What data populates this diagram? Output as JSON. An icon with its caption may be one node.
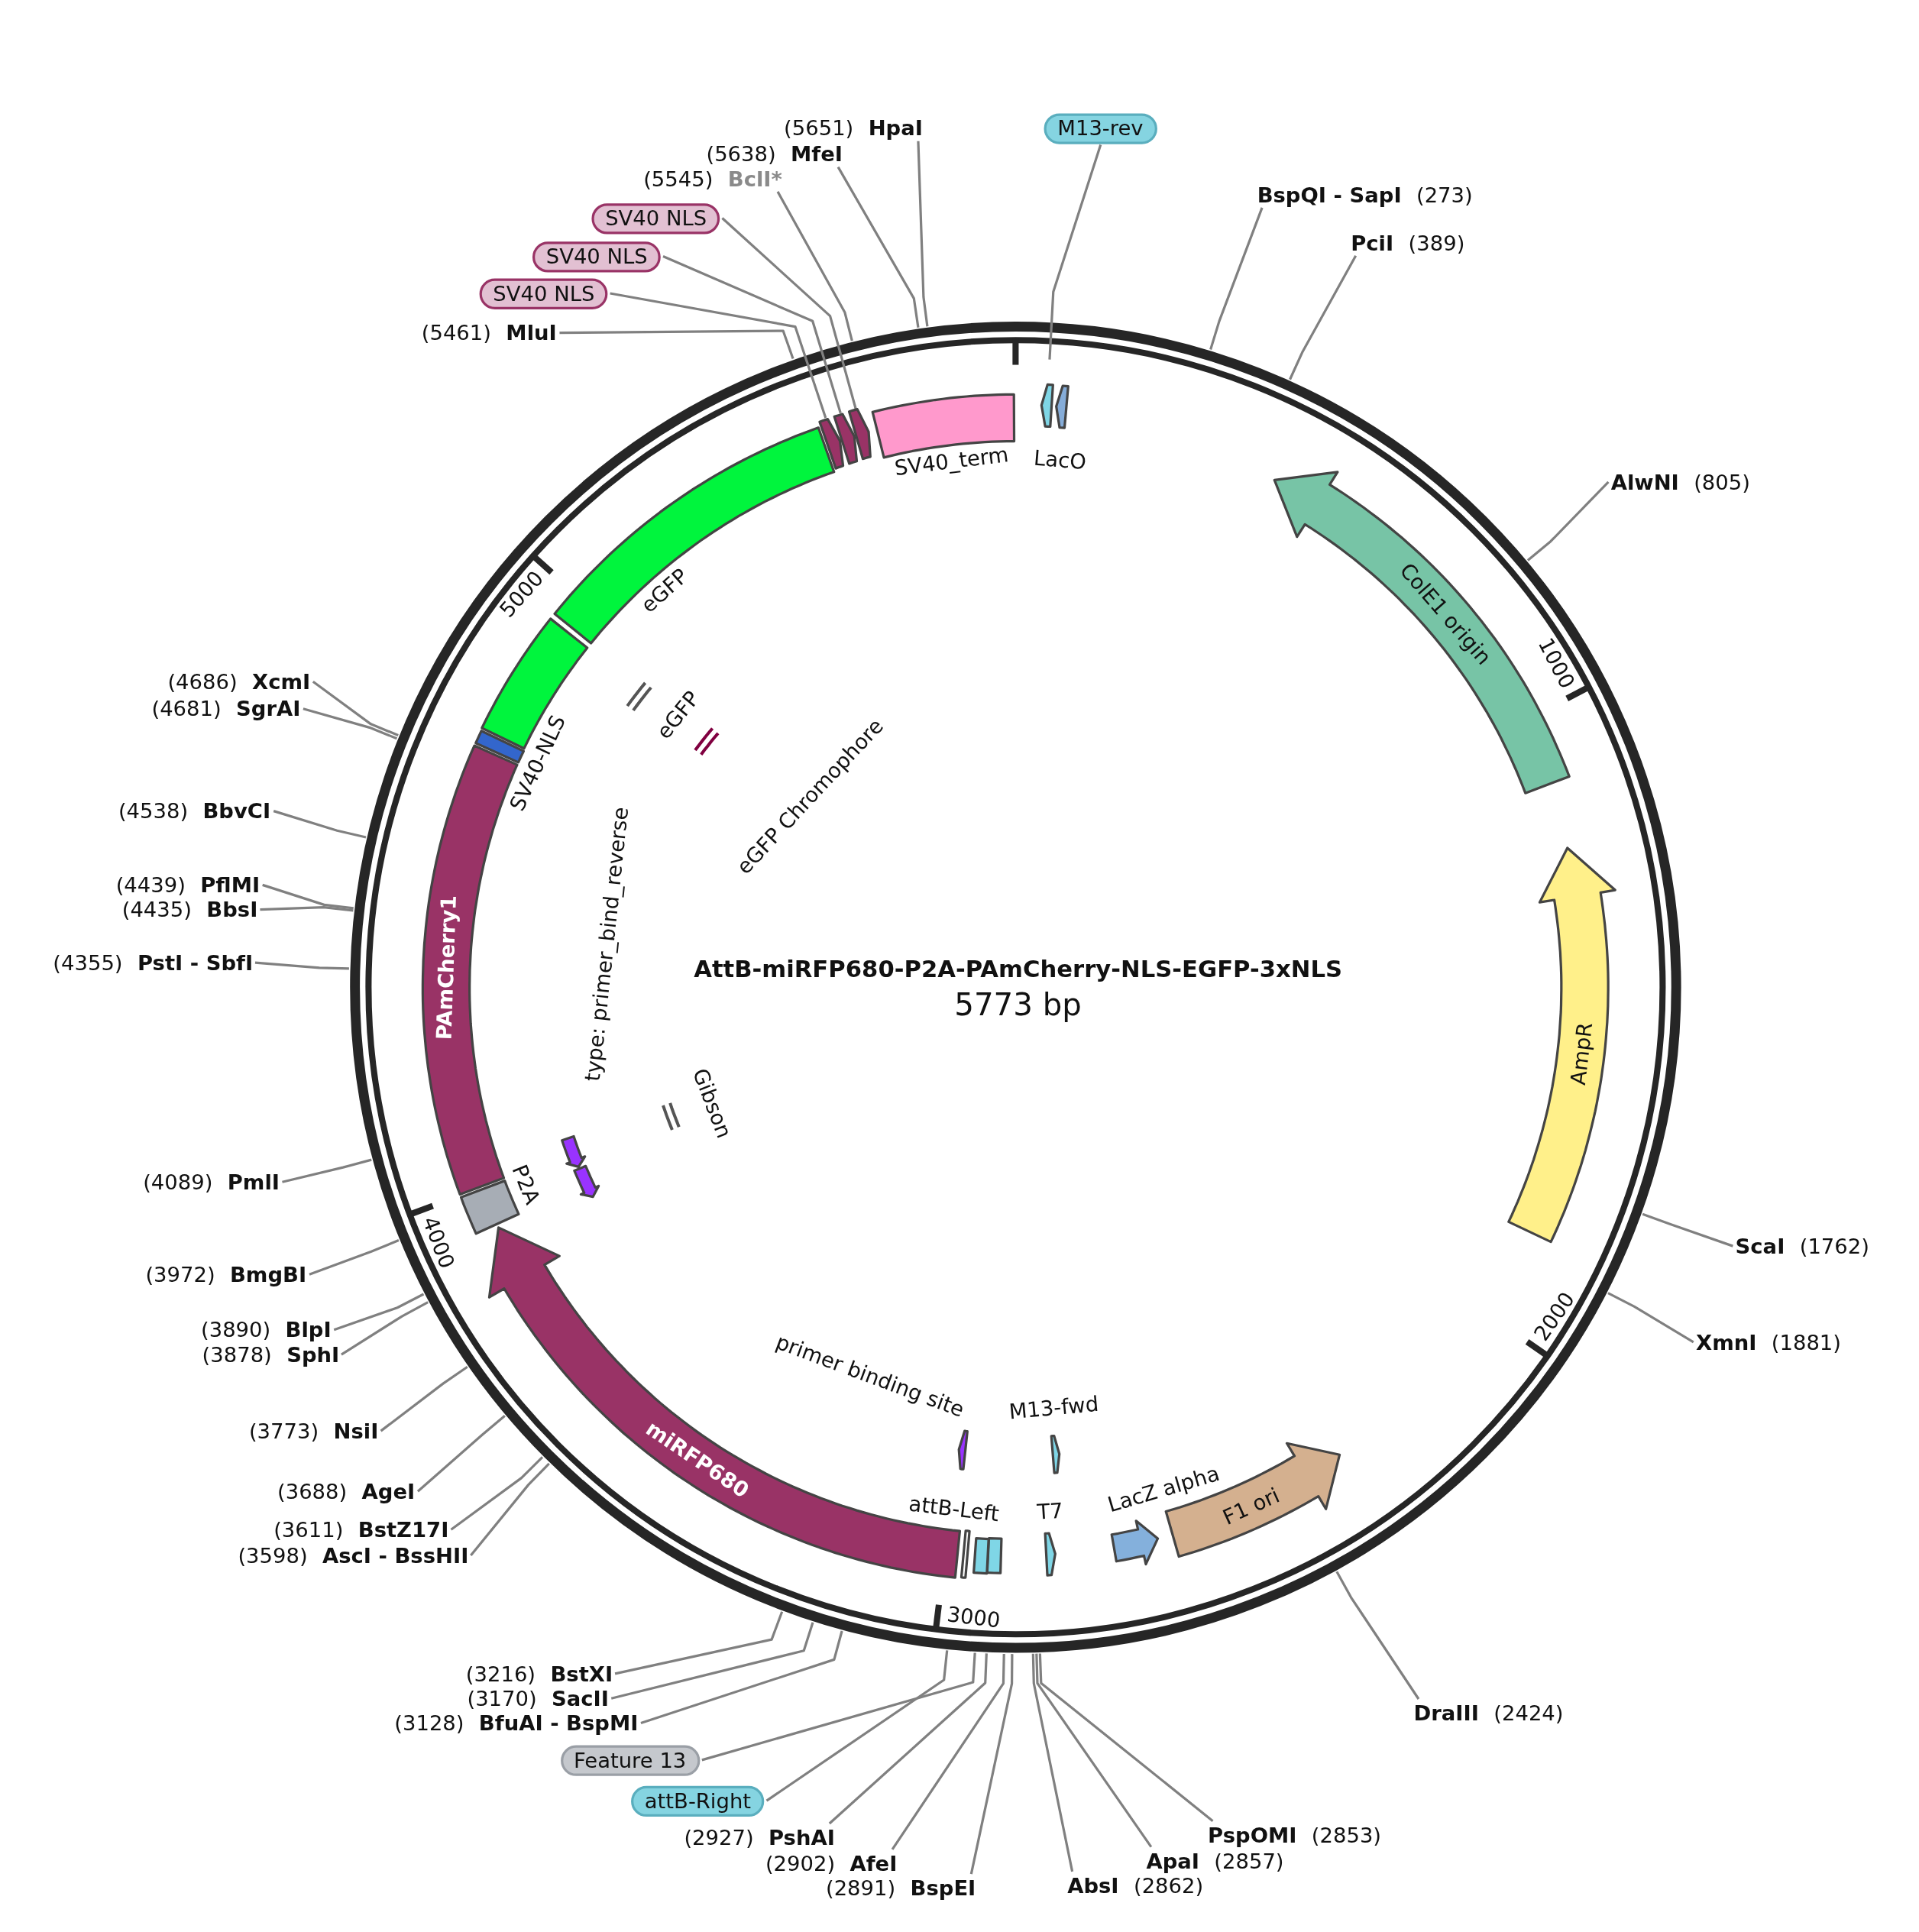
{
  "diagram": {
    "title": "AttB-miRFP680-P2A-PAmCherry-NLS-EGFP-3xNLS",
    "nodes": [
      {
        "text": [
          "(5651)",
          "HpaI"
        ]
      },
      {
        "text": [
          "M13-rev"
        ]
      },
      {
        "text": [
          "(5638)",
          "MfeI"
        ]
      },
      {
        "text": [
          "(5545)",
          "BclI*"
        ]
      },
      {
        "text": [
          "BspQI - SapI",
          "(273)"
        ]
      },
      {
        "text": [
          "SV40 NLS"
        ]
      },
      {
        "text": [
          "PciI",
          "(389)"
        ]
      },
      {
        "text": [
          "SV40 NLS"
        ]
      },
      {
        "text": [
          "SV40 NLS"
        ]
      },
      {
        "text": [
          "(5461)",
          "MluI"
        ]
      },
      {
        "text": [
          "AlwNI",
          "(805)"
        ]
      },
      {
        "text": [
          "(4686)",
          "XcmI"
        ]
      },
      {
        "text": [
          "(4681)",
          "SgrAI"
        ]
      },
      {
        "text": [
          "(4538)",
          "BbvCI"
        ]
      },
      {
        "text": [
          "(4439)",
          "PflMI"
        ]
      },
      {
        "text": [
          "(4435)",
          "BbsI"
        ]
      },
      {
        "text": [
          "(4355)",
          "PstI - SbfI"
        ]
      },
      {
        "text": [
          "(4089)",
          "PmlI"
        ]
      },
      {
        "text": [
          "ScaI",
          "(1762)"
        ]
      },
      {
        "text": [
          "(3972)",
          "BmgBI"
        ]
      },
      {
        "text": [
          "(3890)",
          "BlpI"
        ]
      },
      {
        "text": [
          "XmnI",
          "(1881)"
        ]
      },
      {
        "text": [
          "(3878)",
          "SphI"
        ]
      },
      {
        "text": [
          "(3773)",
          "NsiI"
        ]
      },
      {
        "text": [
          "(3688)",
          "AgeI"
        ]
      },
      {
        "text": [
          "(3611)",
          "BstZ17I"
        ]
      },
      {
        "text": [
          "(3598)",
          "AscI - BssHII"
        ]
      },
      {
        "text": [
          "(3216)",
          "BstXI"
        ]
      },
      {
        "text": [
          "(3170)",
          "SacII"
        ]
      },
      {
        "text": [
          "DraIII",
          "(2424)"
        ]
      },
      {
        "text": [
          "(3128)",
          "BfuAI - BspMI"
        ]
      },
      {
        "text": [
          "Feature 13"
        ]
      },
      {
        "text": [
          "attB-Right"
        ]
      },
      {
        "text": [
          "(2927)",
          "PshAI"
        ]
      },
      {
        "text": [
          "PspOMI",
          "(2853)"
        ]
      },
      {
        "text": [
          "(2902)",
          "AfeI"
        ]
      },
      {
        "text": [
          "ApaI",
          "(2857)"
        ]
      },
      {
        "text": [
          "(2891)",
          "BspEI"
        ]
      },
      {
        "text": [
          "AbsI",
          "(2862)"
        ]
      },
      {
        "text": [],
        "shape": "arrow"
      },
      {
        "text": [],
        "shape": "arrow",
        "beside": [
          "LacO"
        ]
      },
      {
        "text": [
          "ColE1 origin"
        ]
      },
      {
        "text": [
          "AmpR"
        ]
      },
      {
        "text": [
          "F1 ori"
        ]
      },
      {
        "text": [],
        "shape": "arrow",
        "beside": [
          "LacZ alpha"
        ]
      },
      {
        "text": [],
        "shape": "arrow",
        "beside": [
          "T7"
        ]
      },
      {
        "text": [],
        "shape": "arrow",
        "beside": [
          "M13-fwd"
        ]
      },
      {
        "text": [],
        "shape": "box"
      },
      {
        "text": [],
        "shape": "box"
      },
      {
        "text": [],
        "shape": "bar"
      },
      {
        "text": [],
        "shape": "arrow"
      },
      {
        "text": [
          "miRFP680"
        ]
      },
      {
        "text": [],
        "shape": "box",
        "beside": [
          "P2A"
        ]
      },
      {
        "text": [],
        "shape": "arrow"
      },
      {
        "text": [],
        "shape": "arrow",
        "beside": [
          "type: primer_bind_reverse"
        ]
      },
      {
        "text": [],
        "shape": "line",
        "beside": [
          "Gibson"
        ]
      },
      {
        "text": [
          "PAmCherry1"
        ]
      },
      {
        "text": [],
        "shape": "box",
        "beside": [
          "SV40-NLS"
        ]
      },
      {
        "text": [],
        "shape": "box"
      },
      {
        "text": [],
        "shape": "line",
        "beside": [
          "eGFP"
        ]
      },
      {
        "text": [],
        "shape": "line",
        "beside": [
          "eGFP Chromophore"
        ]
      },
      {
        "text": [],
        "shape": "box",
        "beside": [
          "eGFP"
        ]
      },
      {
        "text": [],
        "shape": "arrow"
      },
      {
        "text": [],
        "shape": "arrow"
      },
      {
        "text": [],
        "shape": "arrow"
      },
      {
        "text": [],
        "shape": "box",
        "beside": [
          "SV40_term"
        ]
      }
    ],
    "edges": [
      {
        "from": 0,
        "to": null,
        "arrow": "none"
      },
      {
        "from": 1,
        "to": null,
        "arrow": "none"
      },
      {
        "from": 2,
        "to": null,
        "arrow": "none"
      },
      {
        "from": 3,
        "to": null,
        "arrow": "none"
      },
      {
        "from": 4,
        "to": null,
        "arrow": "none"
      },
      {
        "from": 5,
        "to": 64,
        "arrow": "none"
      },
      {
        "from": 6,
        "to": null,
        "arrow": "none"
      },
      {
        "from": 7,
        "to": 63,
        "arrow": "none"
      },
      {
        "from": 8,
        "to": 62,
        "arrow": "none"
      },
      {
        "from": 9,
        "to": null,
        "arrow": "none"
      },
      {
        "from": 10,
        "to": null,
        "arrow": "none"
      },
      {
        "from": 11,
        "to": null,
        "arrow": "none"
      },
      {
        "from": 12,
        "to": null,
        "arrow": "none"
      },
      {
        "from": 13,
        "to": null,
        "arrow": "none"
      },
      {
        "from": 14,
        "to": null,
        "arrow": "none"
      },
      {
        "from": 15,
        "to": null,
        "arrow": "none"
      },
      {
        "from": 16,
        "to": null,
        "arrow": "none"
      },
      {
        "from": 17,
        "to": null,
        "arrow": "none"
      },
      {
        "from": 18,
        "to": null,
        "arrow": "none"
      },
      {
        "from": 19,
        "to": null,
        "arrow": "none"
      },
      {
        "from": 20,
        "to": null,
        "arrow": "none"
      },
      {
        "from": 21,
        "to": null,
        "arrow": "none"
      },
      {
        "from": 22,
        "to": null,
        "arrow": "none"
      },
      {
        "from": 23,
        "to": null,
        "arrow": "none"
      },
      {
        "from": 24,
        "to": null,
        "arrow": "none"
      },
      {
        "from": 25,
        "to": null,
        "arrow": "none"
      },
      {
        "from": 26,
        "to": null,
        "arrow": "none"
      },
      {
        "from": 27,
        "to": null,
        "arrow": "none"
      },
      {
        "from": 28,
        "to": null,
        "arrow": "none"
      },
      {
        "from": 29,
        "to": null,
        "arrow": "none"
      },
      {
        "from": 30,
        "to": null,
        "arrow": "none"
      },
      {
        "from": 31,
        "to": null,
        "arrow": "none"
      },
      {
        "from": 32,
        "to": null,
        "arrow": "none"
      },
      {
        "from": 33,
        "to": null,
        "arrow": "none"
      },
      {
        "from": 34,
        "to": null,
        "arrow": "none"
      },
      {
        "from": 35,
        "to": null,
        "arrow": "none"
      },
      {
        "from": 36,
        "to": null,
        "arrow": "none"
      },
      {
        "from": 37,
        "to": null,
        "arrow": "none"
      },
      {
        "from": 38,
        "to": null,
        "arrow": "none"
      }
    ],
    "labels": [
      "5000",
      "1000",
      "5773 bp",
      "4000",
      "2000",
      "primer binding site",
      "attB-Left",
      "3000"
    ]
  }
}
